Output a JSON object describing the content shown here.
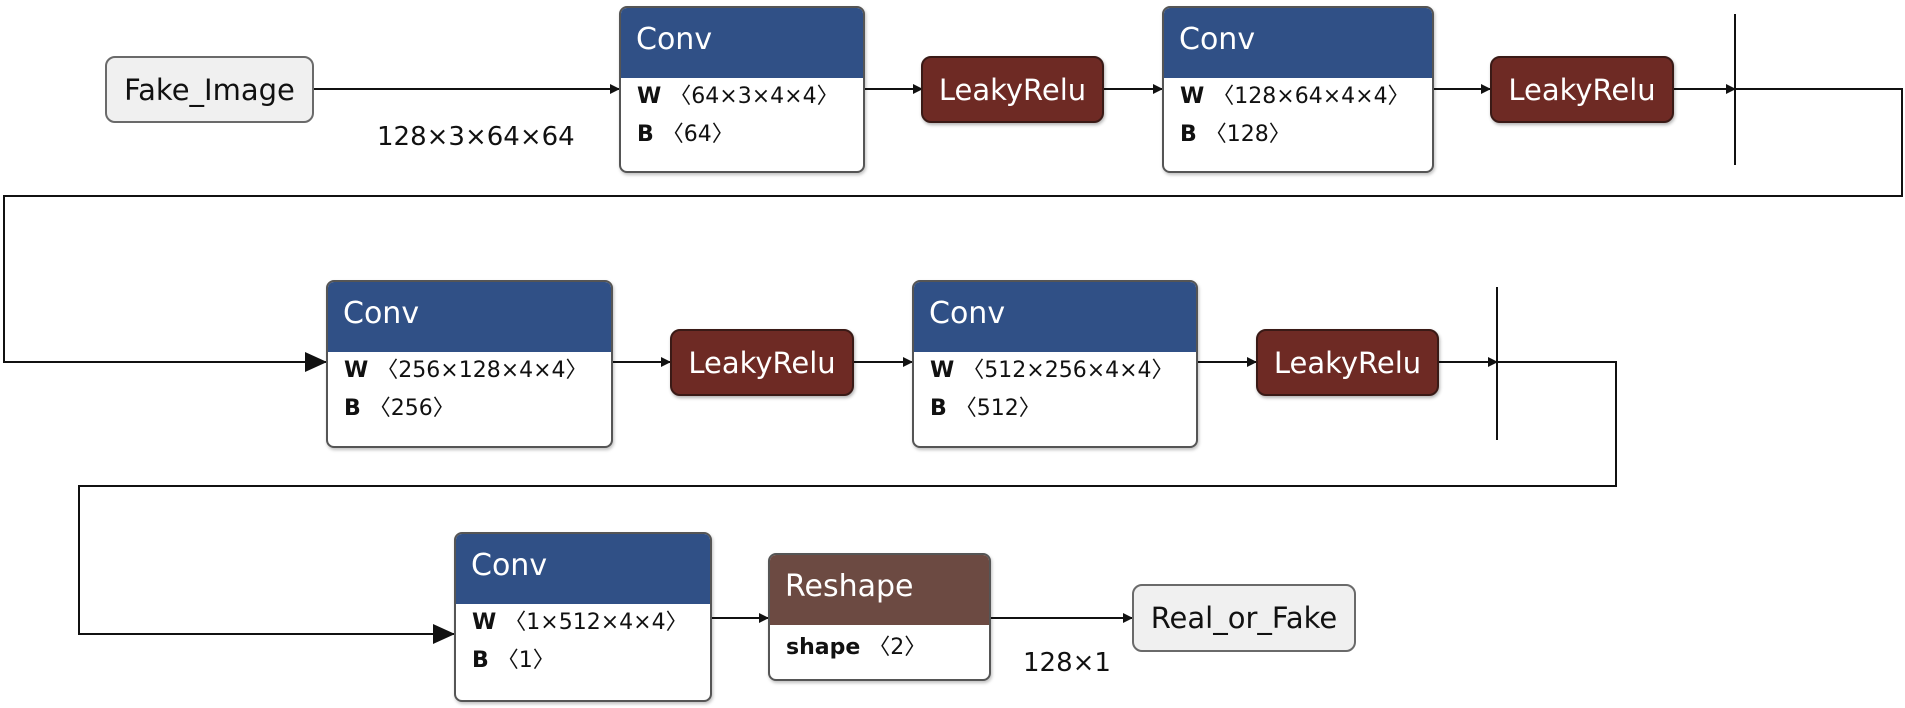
{
  "diagram": {
    "input": {
      "label": "Fake_Image",
      "shape": "128×3×64×64"
    },
    "output": {
      "label": "Real_or_Fake",
      "shape": "128×1"
    },
    "convs": [
      {
        "title": "Conv",
        "w_key": "W",
        "w_val": "〈64×3×4×4〉",
        "b_key": "B",
        "b_val": "〈64〉"
      },
      {
        "title": "Conv",
        "w_key": "W",
        "w_val": "〈128×64×4×4〉",
        "b_key": "B",
        "b_val": "〈128〉"
      },
      {
        "title": "Conv",
        "w_key": "W",
        "w_val": "〈256×128×4×4〉",
        "b_key": "B",
        "b_val": "〈256〉"
      },
      {
        "title": "Conv",
        "w_key": "W",
        "w_val": "〈512×256×4×4〉",
        "b_key": "B",
        "b_val": "〈512〉"
      },
      {
        "title": "Conv",
        "w_key": "W",
        "w_val": "〈1×512×4×4〉",
        "b_key": "B",
        "b_val": "〈1〉"
      }
    ],
    "activations": [
      "LeakyRelu",
      "LeakyRelu",
      "LeakyRelu",
      "LeakyRelu"
    ],
    "reshape": {
      "title": "Reshape",
      "attr_key": "shape",
      "attr_val": "〈2〉"
    },
    "colors": {
      "conv_header": "#305086",
      "activation": "#6e2a24",
      "reshape_header": "#6c4a42",
      "io_fill": "#f0f0f0"
    }
  }
}
